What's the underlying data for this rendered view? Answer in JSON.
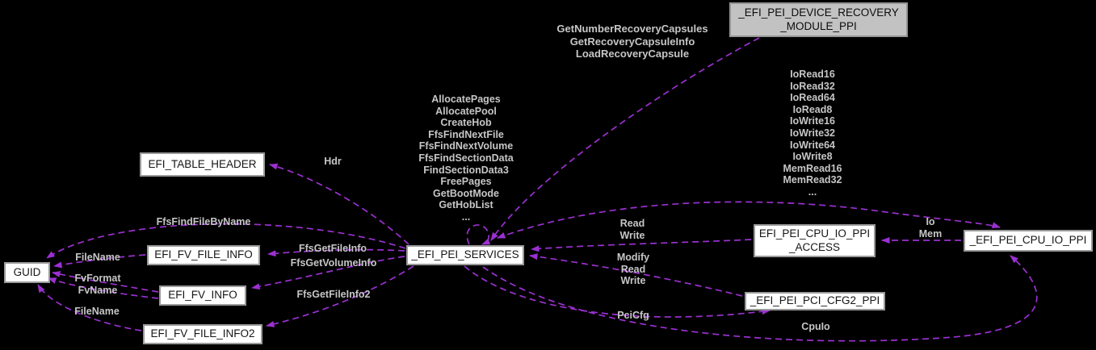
{
  "diagram": {
    "title": "Doxygen collaboration graph for _EFI_PEI_DEVICE_RECOVERY_MODULE_PPI",
    "colors": {
      "background": "#000000",
      "edge": "#9c30d2",
      "node_fill": "#ffffff",
      "node_border": "#9a9a9a",
      "node_text": "#161616",
      "highlight_node_fill": "#c2c2c2",
      "edge_label_text": "#c6c6c6"
    },
    "nodes": {
      "device_recovery": {
        "label": "_EFI_PEI_DEVICE_RECOVERY\n_MODULE_PPI",
        "highlighted": true
      },
      "table_header": {
        "label": "EFI_TABLE_HEADER"
      },
      "guid": {
        "label": "GUID"
      },
      "fv_file_info": {
        "label": "EFI_FV_FILE_INFO"
      },
      "fv_info": {
        "label": "EFI_FV_INFO"
      },
      "fv_file_info2": {
        "label": "EFI_FV_FILE_INFO2"
      },
      "pei_services": {
        "label": "_EFI_PEI_SERVICES"
      },
      "cpu_io_ppi_access": {
        "label": "EFI_PEI_CPU_IO_PPI\n_ACCESS"
      },
      "cpu_io_ppi": {
        "label": "_EFI_PEI_CPU_IO_PPI"
      },
      "pci_cfg2_ppi": {
        "label": "_EFI_PEI_PCI_CFG2_PPI"
      }
    },
    "edge_labels": {
      "recovery_funcs": "GetNumberRecoveryCapsules\nGetRecoveryCapsuleInfo\nLoadRecoveryCapsule",
      "io_funcs": "IoRead16\nIoRead32\nIoRead64\nIoRead8\nIoWrite16\nIoWrite32\nIoWrite64\nIoWrite8\nMemRead16\nMemRead32\n...",
      "services_self_funcs": "AllocatePages\nAllocatePool\nCreateHob\nFfsFindNextFile\nFfsFindNextVolume\nFfsFindSectionData\nFindSectionData3\nFreePages\nGetBootMode\nGetHobList\n...",
      "hdr": "Hdr",
      "ffs_find_file_by_name": "FfsFindFileByName",
      "file_name_1": "FileName",
      "fv_format_fv_name": "FvFormat\nFvName",
      "file_name_2": "FileName",
      "ffs_get_file_info": "FfsGetFileInfo",
      "ffs_get_volume_info": "FfsGetVolumeInfo",
      "ffs_get_file_info2": "FfsGetFileInfo2",
      "read_write": "Read\nWrite",
      "modify_read_write": "Modify\nRead\nWrite",
      "pci_cfg": "PciCfg",
      "cpu_io": "CpuIo",
      "io_mem": "Io\nMem"
    }
  }
}
